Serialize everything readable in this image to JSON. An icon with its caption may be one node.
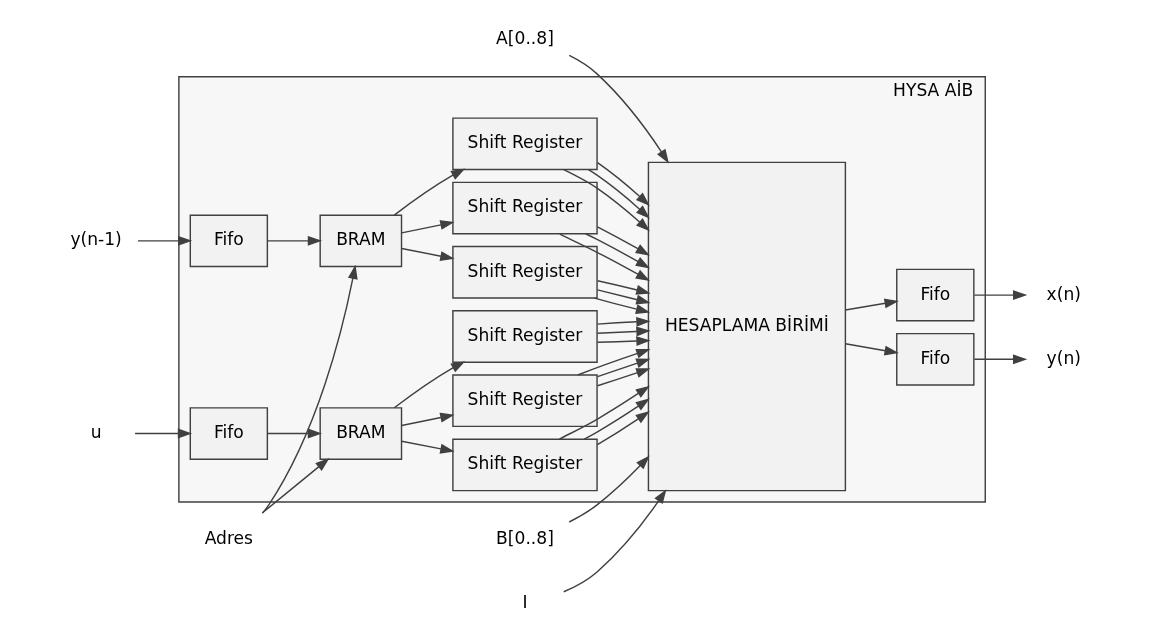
{
  "diagram": {
    "nodes": [
      {
        "text": [
          "HYSA AİB"
        ]
      },
      {
        "text": [
          "Adres"
        ]
      },
      {
        "text": [
          "A[0..8]"
        ]
      },
      {
        "text": [
          "B[0..8]"
        ]
      },
      {
        "text": [
          "I"
        ]
      },
      {
        "text": [
          "y(n-1)"
        ]
      },
      {
        "text": [
          "Fifo"
        ],
        "in": 0
      },
      {
        "text": [
          "BRAM"
        ],
        "in": 0
      },
      {
        "text": [
          "Shift Register"
        ],
        "in": 0
      },
      {
        "text": [
          "Shift Register"
        ],
        "in": 0
      },
      {
        "text": [
          "Shift Register"
        ],
        "in": 0
      },
      {
        "text": [
          "HESAPLAMA BİRİMİ"
        ],
        "in": 0
      },
      {
        "text": [
          "Fifo"
        ],
        "in": 0
      },
      {
        "text": [
          "x(n)"
        ]
      },
      {
        "text": [
          "u"
        ]
      },
      {
        "text": [
          "Fifo"
        ],
        "in": 0
      },
      {
        "text": [
          "BRAM"
        ],
        "in": 0
      },
      {
        "text": [
          "Shift Register"
        ],
        "in": 0
      },
      {
        "text": [
          "Shift Register"
        ],
        "in": 0
      },
      {
        "text": [
          "Shift Register"
        ],
        "in": 0
      },
      {
        "text": [
          "Fifo"
        ],
        "in": 0
      },
      {
        "text": [
          "y(n)"
        ]
      }
    ],
    "edges": [
      {
        "from": 1,
        "to": 7,
        "arrow": "to"
      },
      {
        "from": 1,
        "to": 16,
        "arrow": "to"
      },
      {
        "from": 2,
        "to": 11,
        "arrow": "to"
      },
      {
        "from": 3,
        "to": 11,
        "arrow": "to"
      },
      {
        "from": 4,
        "to": 11,
        "arrow": "to"
      },
      {
        "from": 5,
        "to": 6,
        "arrow": "to"
      },
      {
        "from": 6,
        "to": 7,
        "arrow": "to"
      },
      {
        "from": 7,
        "to": 8,
        "arrow": "to"
      },
      {
        "from": 7,
        "to": 9,
        "arrow": "to"
      },
      {
        "from": 7,
        "to": 10,
        "arrow": "to"
      },
      {
        "from": 8,
        "to": 11,
        "arrow": "to"
      },
      {
        "from": 8,
        "to": 11,
        "arrow": "to"
      },
      {
        "from": 8,
        "to": 11,
        "arrow": "to"
      },
      {
        "from": 9,
        "to": 11,
        "arrow": "to"
      },
      {
        "from": 9,
        "to": 11,
        "arrow": "to"
      },
      {
        "from": 9,
        "to": 11,
        "arrow": "to"
      },
      {
        "from": 10,
        "to": 11,
        "arrow": "to"
      },
      {
        "from": 10,
        "to": 11,
        "arrow": "to"
      },
      {
        "from": 10,
        "to": 11,
        "arrow": "to"
      },
      {
        "from": 11,
        "to": 12,
        "arrow": "to"
      },
      {
        "from": 12,
        "to": 13,
        "arrow": "to"
      },
      {
        "from": 14,
        "to": 15,
        "arrow": "to"
      },
      {
        "from": 15,
        "to": 16,
        "arrow": "to"
      },
      {
        "from": 16,
        "to": 17,
        "arrow": "to"
      },
      {
        "from": 16,
        "to": 18,
        "arrow": "to"
      },
      {
        "from": 16,
        "to": 19,
        "arrow": "to"
      },
      {
        "from": 17,
        "to": 11,
        "arrow": "to"
      },
      {
        "from": 17,
        "to": 11,
        "arrow": "to"
      },
      {
        "from": 17,
        "to": 11,
        "arrow": "to"
      },
      {
        "from": 18,
        "to": 11,
        "arrow": "to"
      },
      {
        "from": 18,
        "to": 11,
        "arrow": "to"
      },
      {
        "from": 18,
        "to": 11,
        "arrow": "to"
      },
      {
        "from": 19,
        "to": 11,
        "arrow": "to"
      },
      {
        "from": 19,
        "to": 11,
        "arrow": "to"
      },
      {
        "from": 19,
        "to": 11,
        "arrow": "to"
      },
      {
        "from": 11,
        "to": 20,
        "arrow": "to"
      },
      {
        "from": 20,
        "to": 21,
        "arrow": "to"
      }
    ]
  }
}
